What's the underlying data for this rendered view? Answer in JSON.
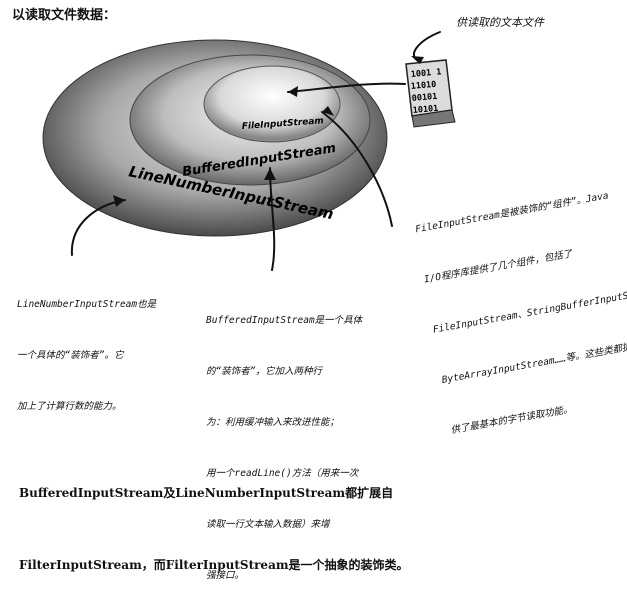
{
  "title": "以读取文件数据：",
  "file": {
    "label": "供读取的文本文件",
    "lines": [
      "1001 1",
      "11010",
      "00101",
      "10101"
    ]
  },
  "rings": {
    "outer": "LineNumberInputStream",
    "middle": "BufferedInputStream",
    "inner": "FileInputStream"
  },
  "notes": {
    "line_number": [
      "LineNumberInputStream也是",
      "一个具体的“装饰者”。它",
      "加上了计算行数的能力。"
    ],
    "buffered": [
      "BufferedInputStream是一个具体",
      "的“装饰者”，它加入两种行",
      "为：利用缓冲输入来改进性能；",
      "用一个readLine()方法（用来一次",
      "读取一行文本输入数据）来增",
      "强接口。"
    ],
    "file_input": [
      "FileInputStream是被装饰的“组件”。Java",
      "I/O程序库提供了几个组件，包括了",
      "FileInputStream、StringBufferInputStream、",
      "ByteArrayInputStream……等。这些类都提",
      "供了最基本的字节读取功能。"
    ]
  },
  "footer": [
    "BufferedInputStream及LineNumberInputStream都扩展自",
    "FilterInputStream，而FilterInputStream是一个抽象的装饰类。"
  ],
  "colors": {
    "ring_outer": "#5a5a5a",
    "ring_middle": "#7a7a7a",
    "ring_inner": "#b0b0b0",
    "text": "#111111"
  }
}
